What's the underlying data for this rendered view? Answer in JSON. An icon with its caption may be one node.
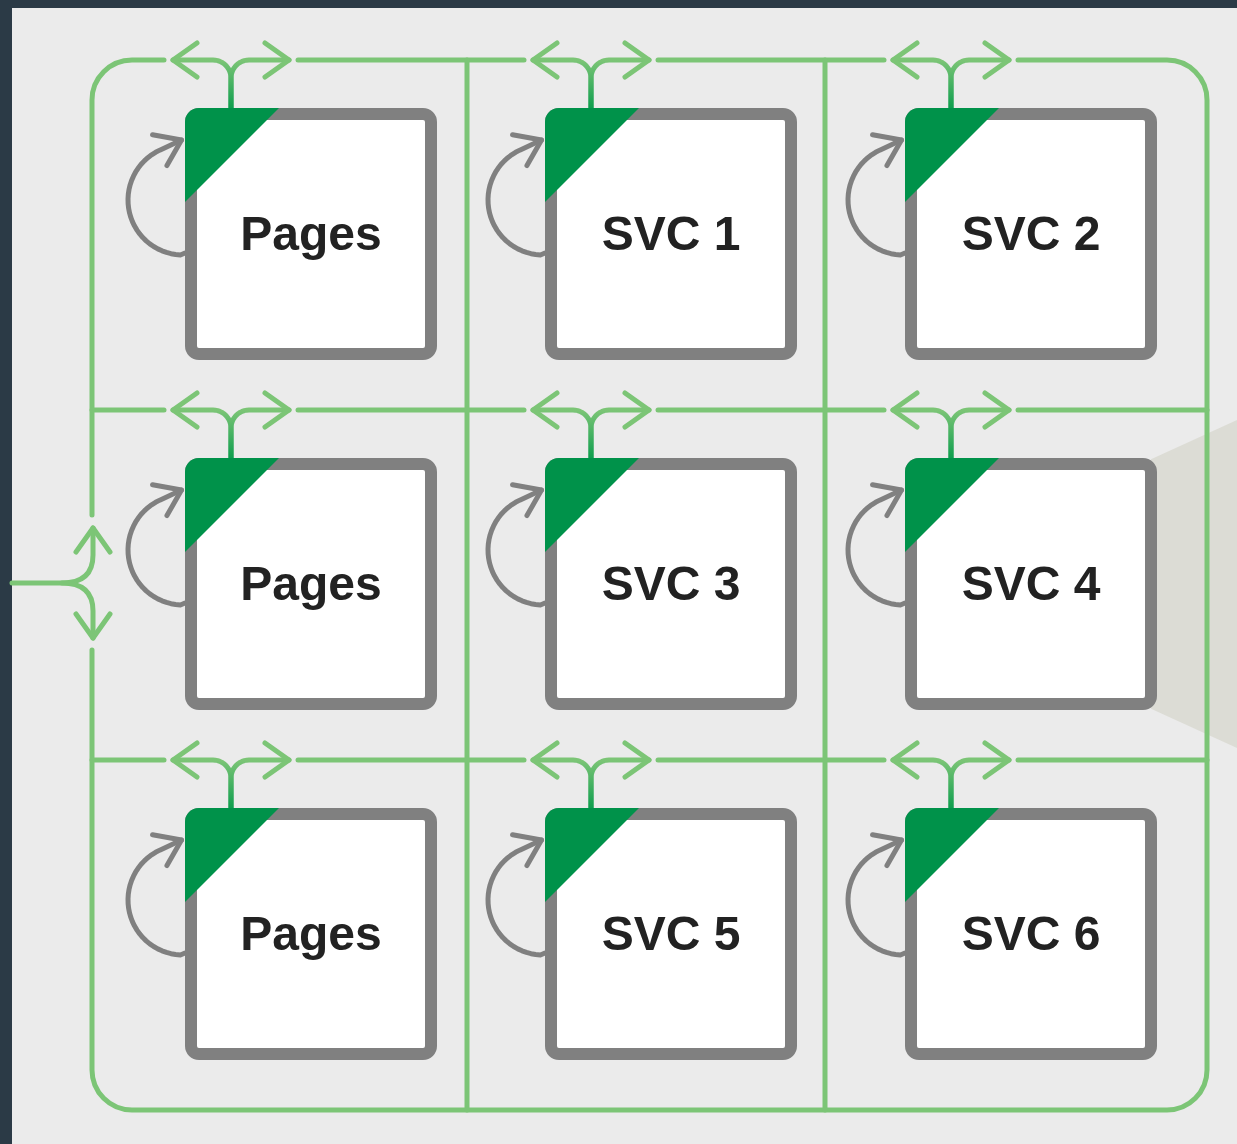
{
  "diagram": {
    "nodes": [
      {
        "text": [
          "Pages"
        ]
      },
      {
        "text": [
          "SVC 1"
        ]
      },
      {
        "text": [
          "SVC 2"
        ]
      },
      {
        "text": [
          "Pages"
        ]
      },
      {
        "text": [
          "SVC 3"
        ]
      },
      {
        "text": [
          "SVC 4"
        ]
      },
      {
        "text": [
          "Pages"
        ]
      },
      {
        "text": [
          "SVC 5"
        ]
      },
      {
        "text": [
          "SVC 6"
        ]
      },
      {
        "text": [],
        "shape": "trapezoid"
      }
    ],
    "edges": [
      {
        "from": 0,
        "to": 0,
        "arrow": "to",
        "color": "#808080"
      },
      {
        "from": 0,
        "to": null,
        "arrow": "to"
      },
      {
        "from": 0,
        "to": null,
        "arrow": "to"
      },
      {
        "from": 1,
        "to": 1,
        "arrow": "to",
        "color": "#808080"
      },
      {
        "from": 1,
        "to": null,
        "arrow": "to"
      },
      {
        "from": 1,
        "to": null,
        "arrow": "to"
      },
      {
        "from": 2,
        "to": 2,
        "arrow": "to",
        "color": "#808080"
      },
      {
        "from": 2,
        "to": null,
        "arrow": "to"
      },
      {
        "from": 2,
        "to": null,
        "arrow": "to"
      },
      {
        "from": 3,
        "to": 3,
        "arrow": "to",
        "color": "#808080"
      },
      {
        "from": 3,
        "to": null,
        "arrow": "to"
      },
      {
        "from": 3,
        "to": null,
        "arrow": "to"
      },
      {
        "from": 4,
        "to": 4,
        "arrow": "to",
        "color": "#808080"
      },
      {
        "from": 4,
        "to": null,
        "arrow": "to"
      },
      {
        "from": 4,
        "to": null,
        "arrow": "to"
      },
      {
        "from": 5,
        "to": 5,
        "arrow": "to",
        "color": "#808080"
      },
      {
        "from": 5,
        "to": null,
        "arrow": "to"
      },
      {
        "from": 5,
        "to": null,
        "arrow": "to"
      },
      {
        "from": 6,
        "to": 6,
        "arrow": "to",
        "color": "#808080"
      },
      {
        "from": 6,
        "to": null,
        "arrow": "to"
      },
      {
        "from": 6,
        "to": null,
        "arrow": "to"
      },
      {
        "from": 7,
        "to": 7,
        "arrow": "to",
        "color": "#808080"
      },
      {
        "from": 7,
        "to": null,
        "arrow": "to"
      },
      {
        "from": 7,
        "to": null,
        "arrow": "to"
      },
      {
        "from": 8,
        "to": 8,
        "arrow": "to",
        "color": "#808080"
      },
      {
        "from": 8,
        "to": null,
        "arrow": "to"
      },
      {
        "from": 8,
        "to": null,
        "arrow": "to"
      }
    ]
  }
}
